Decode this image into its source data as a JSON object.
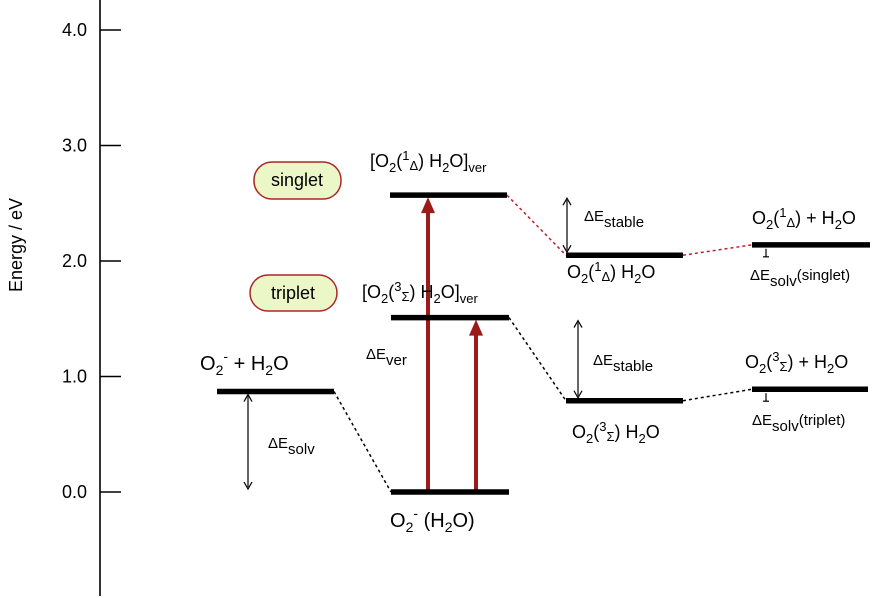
{
  "axis": {
    "label": "Energy / eV",
    "ticks": [
      {
        "value": 0.0,
        "label": "0.0"
      },
      {
        "value": 1.0,
        "label": "1.0"
      },
      {
        "value": 2.0,
        "label": "2.0"
      },
      {
        "value": 3.0,
        "label": "3.0"
      },
      {
        "value": 4.0,
        "label": "4.0"
      }
    ]
  },
  "badges": {
    "singlet": "singlet",
    "triplet": "triplet"
  },
  "labels": {
    "reactants": {
      "a": "O",
      "a_sub": "2",
      "a_sup": "-",
      "mid": " +  H",
      "b_sub": "2",
      "end": "O"
    },
    "complex": {
      "a": "O",
      "a_sub": "2",
      "a_sup": "-",
      "mid": " (H",
      "b_sub": "2",
      "end": "O)"
    },
    "singlet_ver": {
      "open": "[O",
      "sub1": "2",
      "paren": "(",
      "sup": "1",
      "sym": "Δ",
      "close": ") H",
      "sub2": "2",
      "tail": "O]",
      "sub3": "ver"
    },
    "triplet_ver": {
      "open": "[O",
      "sub1": "2",
      "paren": "(",
      "sup": "3",
      "sym": "Σ",
      "close": ") H",
      "sub2": "2",
      "tail": "O]",
      "sub3": "ver"
    },
    "singlet_stable": {
      "open": "O",
      "sub1": "2",
      "paren": "(",
      "sup": "1",
      "sym": "Δ",
      "close": ") H",
      "sub2": "2",
      "tail": "O"
    },
    "triplet_stable": {
      "open": "O",
      "sub1": "2",
      "paren": "(",
      "sup": "3",
      "sym": "Σ",
      "close": ") H",
      "sub2": "2",
      "tail": "O"
    },
    "singlet_sep": {
      "open": "O",
      "sub1": "2",
      "paren": "(",
      "sup": "1",
      "sym": "Δ",
      "close": ")  +  H",
      "sub2": "2",
      "tail": "O"
    },
    "triplet_sep": {
      "open": "O",
      "sub1": "2",
      "paren": "(",
      "sup": "3",
      "sym": "Σ",
      "close": ") +  H",
      "sub2": "2",
      "tail": "O"
    },
    "dE_solv": {
      "main": "ΔE",
      "sub": "solv"
    },
    "dE_ver": {
      "main": "ΔE",
      "sub": "ver"
    },
    "dE_stable_singlet": {
      "main": "ΔE",
      "sub": "stable"
    },
    "dE_stable_triplet": {
      "main": "ΔE",
      "sub": "stable"
    },
    "dE_solv_singlet": {
      "main": "ΔE",
      "sub": "solv",
      "suffix": "(singlet)"
    },
    "dE_solv_triplet": {
      "main": "ΔE",
      "sub": "solv",
      "suffix": "(triplet)"
    }
  },
  "levels": {
    "reactants": 0.87,
    "complex": 0.0,
    "singlet_ver": 2.57,
    "triplet_ver": 1.51,
    "singlet_stable": 2.05,
    "triplet_stable": 0.79,
    "singlet_sep": 2.14,
    "triplet_sep": 0.89
  },
  "colors": {
    "arrow": "#9b1a1a",
    "singlet_dash": "#c0202a",
    "triplet_dash": "#000000",
    "badge_fill": "#ecf7c8",
    "badge_stroke": "#a82828"
  }
}
